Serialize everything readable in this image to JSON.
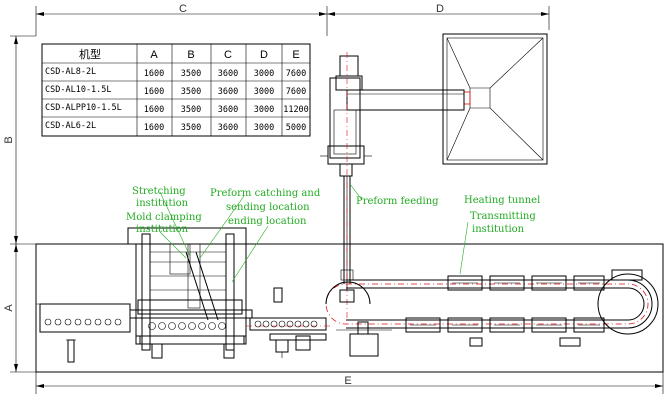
{
  "dimensions": {
    "c": "C",
    "d": "D",
    "b": "B",
    "a": "A",
    "e": "E"
  },
  "spec_table": {
    "headers": [
      "机型",
      "A",
      "B",
      "C",
      "D",
      "E"
    ],
    "rows": [
      [
        "CSD-AL8-2L",
        "1600",
        "3500",
        "3600",
        "3000",
        "7600"
      ],
      [
        "CSD-AL10-1.5L",
        "1600",
        "3500",
        "3600",
        "3000",
        "7600"
      ],
      [
        "CSD-ALPP10-1.5L",
        "1600",
        "3500",
        "3600",
        "3000",
        "11200"
      ],
      [
        "CSD-AL6-2L",
        "1600",
        "3500",
        "3600",
        "3000",
        "5000"
      ]
    ]
  },
  "annotations": {
    "stretching_1": "Stretching",
    "stretching_2": "institution",
    "mold_1": "Mold clamping",
    "mold_2": "institution",
    "preform_catch_1": "Preform catching and",
    "preform_catch_2": "sending location",
    "preform_catch_3": "ending location",
    "preform_feeding": "Preform feeding",
    "heating_1": "Heating tunnel",
    "heating_2": "Transmitting",
    "heating_3": "institution"
  },
  "colors": {
    "line": "#000000",
    "annotation": "#22aa22",
    "centerline": "#dd1111"
  }
}
